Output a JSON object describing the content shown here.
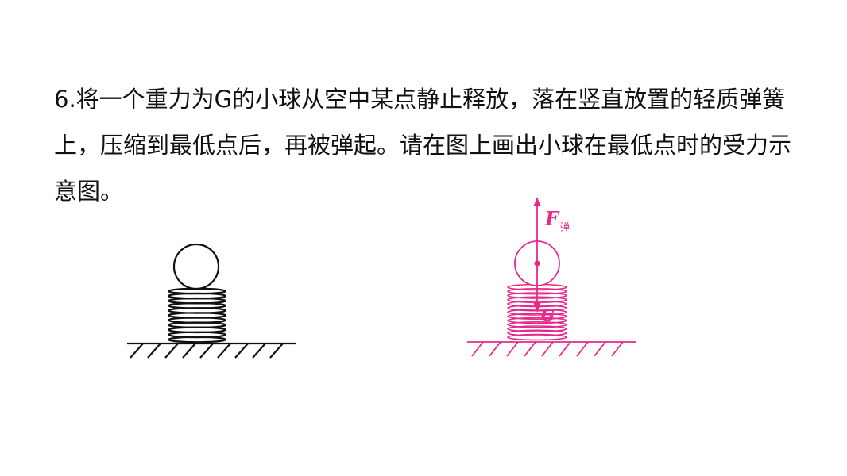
{
  "question": {
    "text": "6.将一个重力为G的小球从空中某点静止释放，落在竖直放置的轻质弹簧上，压缩到最低点后，再被弹起。请在图上画出小球在最低点时的受力示意图。"
  },
  "answer_figure": {
    "color": "#e5298a",
    "force_up_label": "F",
    "force_up_subscript": "弹",
    "force_down_label": "G"
  },
  "problem_figure": {
    "color": "#111111"
  }
}
